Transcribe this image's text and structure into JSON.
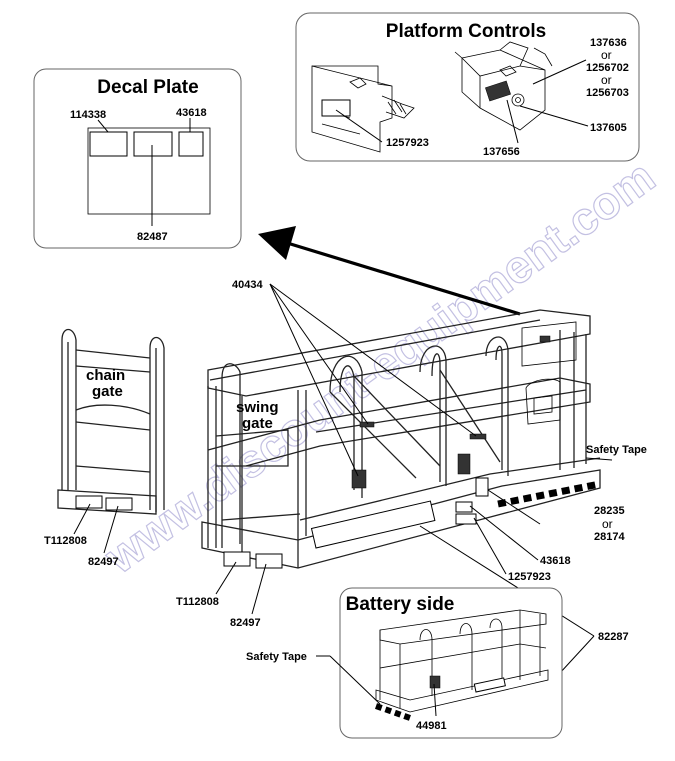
{
  "panels": {
    "decal_plate": {
      "title": "Decal Plate",
      "labels": {
        "left": "114338",
        "right": "43618",
        "bottom": "82487"
      }
    },
    "platform_controls": {
      "title": "Platform Controls",
      "labels": {
        "part_a": "137636",
        "or_1": "or",
        "part_b": "1256702",
        "or_2": "or",
        "part_c": "1256703",
        "part_d": "137605",
        "part_e": "137656",
        "part_f": "1257923"
      }
    },
    "battery_side": {
      "title": "Battery side",
      "labels": {
        "safety_tape": "Safety Tape",
        "part_44981": "44981"
      }
    }
  },
  "main_labels": {
    "part_40434": "40434",
    "chain_gate_line1": "chain",
    "chain_gate_line2": "gate",
    "swing_gate_line1": "swing",
    "swing_gate_line2": "gate",
    "safety_tape": "Safety Tape",
    "part_28235": "28235",
    "or": "or",
    "part_28174": "28174",
    "part_43618": "43618",
    "part_1257923": "1257923",
    "part_82287": "82287",
    "chain_t112808": "T112808",
    "chain_82497": "82497",
    "swing_t112808": "T112808",
    "swing_82497": "82497"
  },
  "watermark": "www.discount-equipment.com",
  "colors": {
    "watermark": "#b9b6de",
    "line": "#000000",
    "panel_border": "#666666"
  }
}
